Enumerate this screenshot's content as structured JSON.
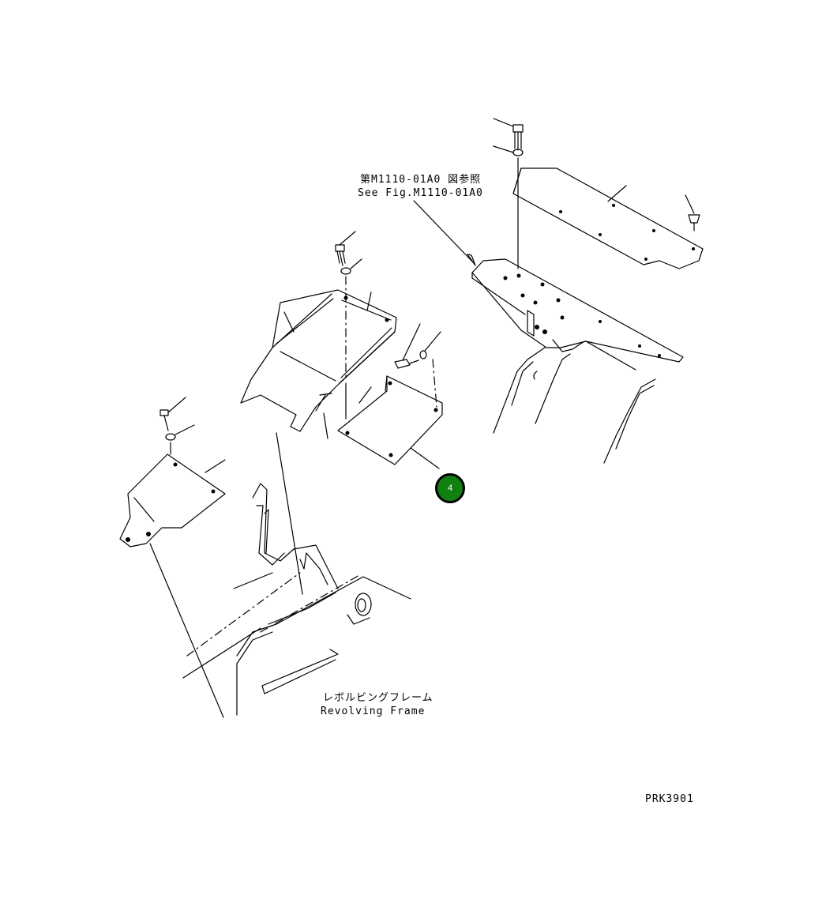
{
  "reference_note": {
    "jp": "第M1110-01A0 図参照",
    "en": "See Fig.M1110-01A0"
  },
  "frame_label": {
    "jp": "レボルビングフレーム",
    "en": "Revolving Frame"
  },
  "figure_code": "PRK3901",
  "callouts": [
    {
      "number": "4",
      "color": "#127f12"
    }
  ]
}
